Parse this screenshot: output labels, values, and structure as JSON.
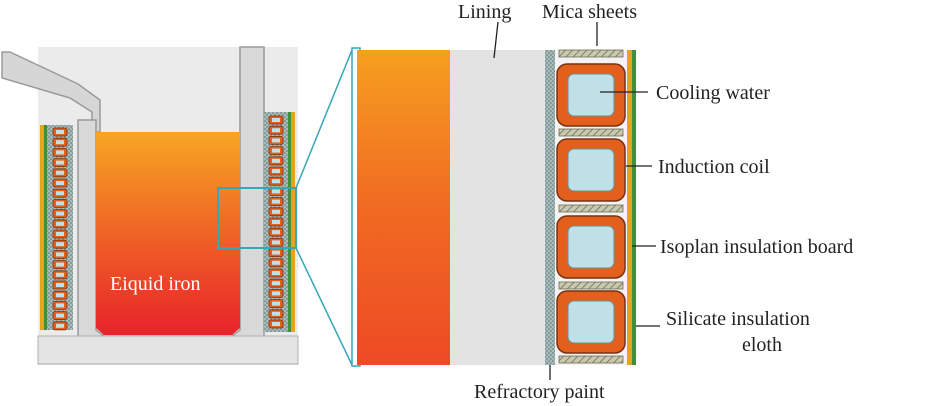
{
  "diagram": {
    "labels": {
      "liquid_iron": "Eiquid iron",
      "lining": "Lining",
      "mica_sheets": "Mica sheets",
      "cooling_water": "Cooling water",
      "induction_coil": "Induction coil",
      "isoplan_board": "Isoplan insulation board",
      "silicate_line1": "Silicate insulation",
      "silicate_line2": "eloth",
      "refractory_paint": "Refractory paint"
    },
    "colors": {
      "iron_top": "#f7a623",
      "iron_bottom": "#e8232a",
      "lining": "#e3e3e3",
      "lining_stroke": "#9a9a9a",
      "coil_copper": "#e2601c",
      "coil_dark": "#7a3010",
      "cooling_water": "#bfe0e6",
      "mica": "#b9b9a0",
      "refractory_paint": "#8fa8a8",
      "isoplan": "#e7a21e",
      "silicate": "#3f8f3f",
      "callout": "#35a7b7"
    }
  }
}
